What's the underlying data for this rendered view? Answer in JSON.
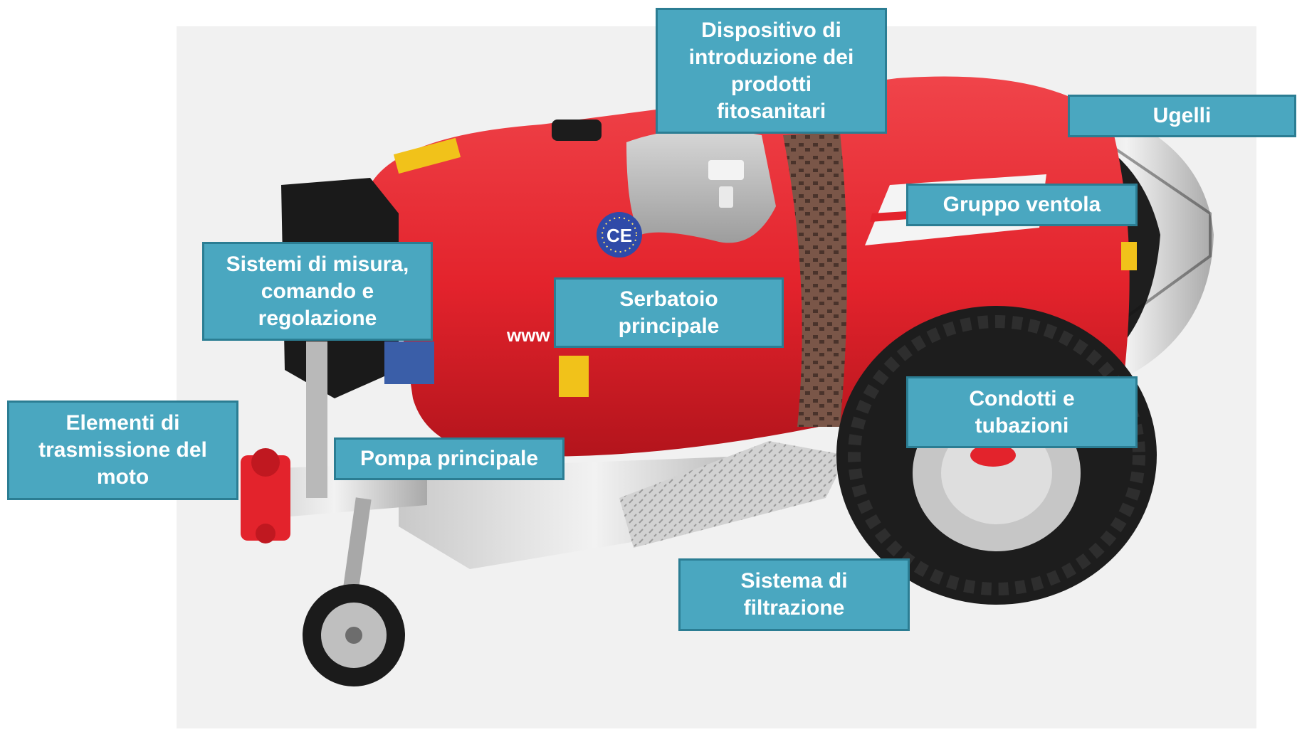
{
  "colors": {
    "label_fill": "#4aa7c0",
    "label_border": "#2b7d93",
    "label_text": "#ffffff",
    "body_red": "#e3232c",
    "photo_background": "#f1f1f1"
  },
  "image": {
    "subject": "red air-blast orchard sprayer trailer",
    "logo_mark": "CE",
    "partial_text": "www"
  },
  "labels": [
    {
      "id": "dispositivo",
      "text": "Dispositivo di\nintroduzione dei\nprodotti\nfitosanitari"
    },
    {
      "id": "ugelli",
      "text": "Ugelli"
    },
    {
      "id": "gruppo-ventola",
      "text": "Gruppo ventola"
    },
    {
      "id": "sistemi-misura",
      "text": "Sistemi di misura,\ncomando e\nregolazione"
    },
    {
      "id": "serbatoio",
      "text": "Serbatoio\nprincipale"
    },
    {
      "id": "elementi-trasmissione",
      "text": "Elementi di\ntrasmissione del\nmoto"
    },
    {
      "id": "pompa",
      "text": "Pompa principale"
    },
    {
      "id": "condotti",
      "text": "Condotti e\ntubazioni"
    },
    {
      "id": "filtrazione",
      "text": "Sistema di\nfiltrazione"
    }
  ]
}
